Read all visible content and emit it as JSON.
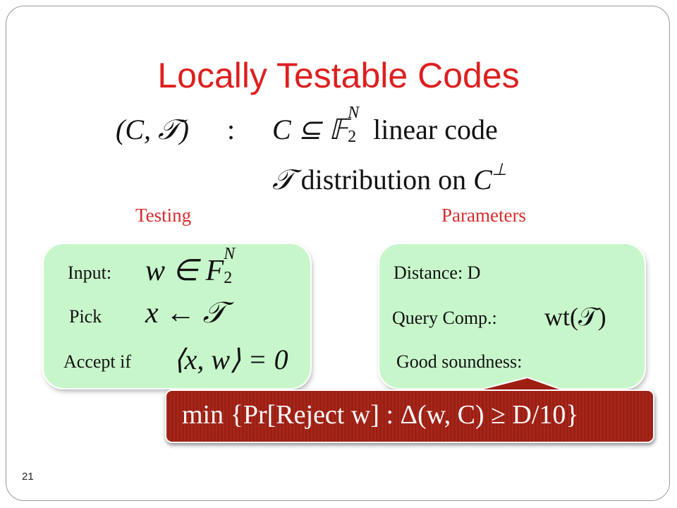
{
  "slide": {
    "title": "Locally Testable Codes",
    "page_number": "21"
  },
  "definition": {
    "pair": "(C, 𝒯)",
    "colon": ":",
    "line1_lhs": "C ⊆ 𝔽",
    "line1_sub": "2",
    "line1_sup": "N",
    "line1_text": " linear code",
    "line2_sym": "𝒯",
    "line2_text": " distribution on ",
    "line2_C": "C",
    "line2_sup": "⊥"
  },
  "testing": {
    "heading": "Testing",
    "input_label": "Input:",
    "input_math": "w ∈ F",
    "input_sub": "2",
    "input_sup": "N",
    "pick_label": "Pick",
    "pick_math": "x ← 𝒯",
    "accept_label": "Accept if",
    "accept_math": "⟨x, w⟩ = 0"
  },
  "parameters": {
    "heading": "Parameters",
    "distance": "Distance: D",
    "query_label": "Query Comp.:",
    "query_math": "wt(𝒯)",
    "soundness_label": "Good soundness:"
  },
  "callout": {
    "text": "min {Pr[Reject w] : Δ(w, C) ≥ D/10}"
  },
  "colors": {
    "title": "#dd1f1f",
    "section_heading": "#d62b2b",
    "box_fill": "#c8f6cb",
    "callout_fill": "#9e1e12"
  }
}
